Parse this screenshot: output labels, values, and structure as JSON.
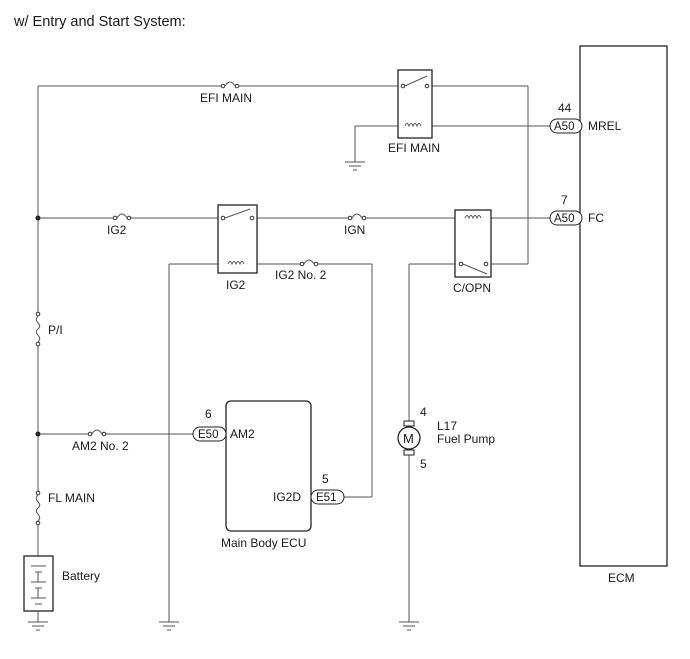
{
  "title": "w/ Entry and Start System:",
  "labels": {
    "efi_main_fuse": "EFI MAIN",
    "efi_main_relay": "EFI MAIN",
    "ig2_fuse": "IG2",
    "ign_fuse": "IGN",
    "ig2_relay": "IG2",
    "ig2_no2_fuse": "IG2 No. 2",
    "copn_relay": "C/OPN",
    "pi_fuse": "P/I",
    "am2_no2_fuse": "AM2 No. 2",
    "fl_main": "FL MAIN",
    "battery": "Battery",
    "main_body_ecu": "Main Body ECU",
    "ecm": "ECM",
    "fuel_pump_id": "L17",
    "fuel_pump": "Fuel Pump",
    "motor_symbol": "M"
  },
  "connectors": {
    "mrel": {
      "pin": "44",
      "conn": "A50",
      "signal": "MREL"
    },
    "fc": {
      "pin": "7",
      "conn": "A50",
      "signal": "FC"
    },
    "am2": {
      "pin": "6",
      "conn": "E50",
      "signal": "AM2"
    },
    "ig2d": {
      "pin": "5",
      "conn": "E51",
      "signal": "IG2D"
    }
  },
  "pump_pins": {
    "top": "4",
    "bottom": "5"
  }
}
